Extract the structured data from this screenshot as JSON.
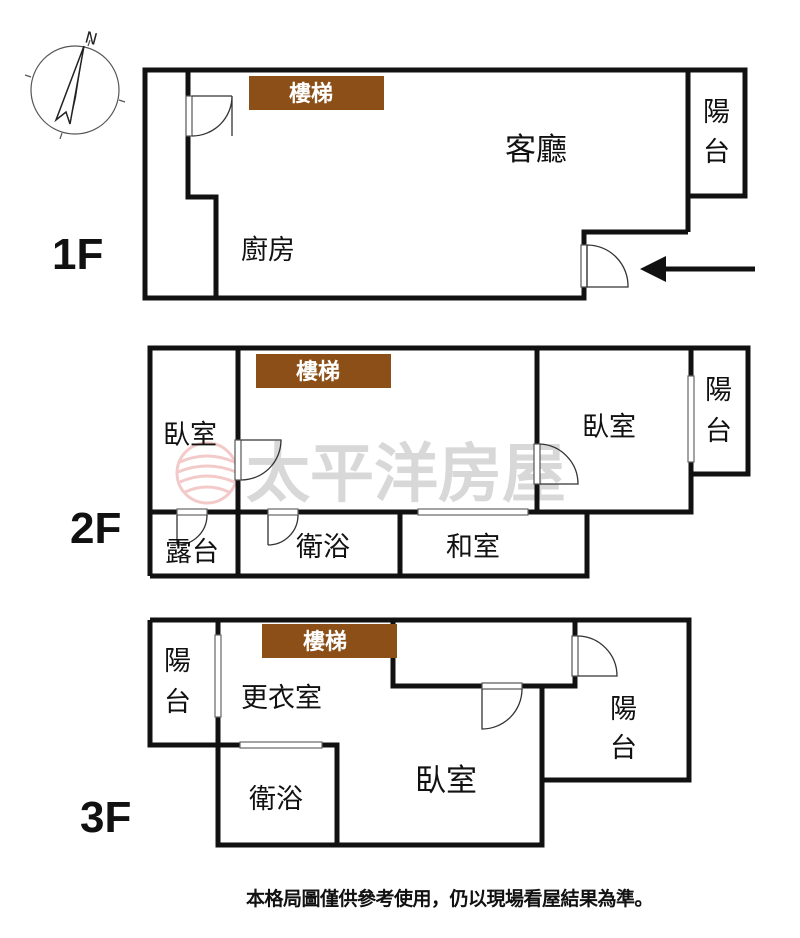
{
  "compass": {
    "north_label": "N",
    "icon": "compass-icon"
  },
  "entrance_arrow": {
    "icon": "arrow-left-icon"
  },
  "floors": {
    "f1": {
      "label": "1F",
      "stairs": "樓梯",
      "living_room": "客廳",
      "kitchen": "廚房",
      "balcony": "陽台"
    },
    "f2": {
      "label": "2F",
      "stairs": "樓梯",
      "bedroom_left": "臥室",
      "bedroom_right": "臥室",
      "balcony_right": "陽台",
      "terrace": "露台",
      "bathroom": "衛浴",
      "tatami_room": "和室"
    },
    "f3": {
      "label": "3F",
      "stairs": "樓梯",
      "balcony_left": "陽台",
      "closet": "更衣室",
      "balcony_right": "陽台",
      "bathroom": "衛浴",
      "bedroom": "臥室"
    }
  },
  "watermark": "太平洋房屋",
  "disclaimer": "本格局圖僅供參考使用，仍以現場看屋結果為準。",
  "colors": {
    "stairs": "#8b4f17",
    "wall": "#111111",
    "watermark_logo": "#e05a5a"
  }
}
